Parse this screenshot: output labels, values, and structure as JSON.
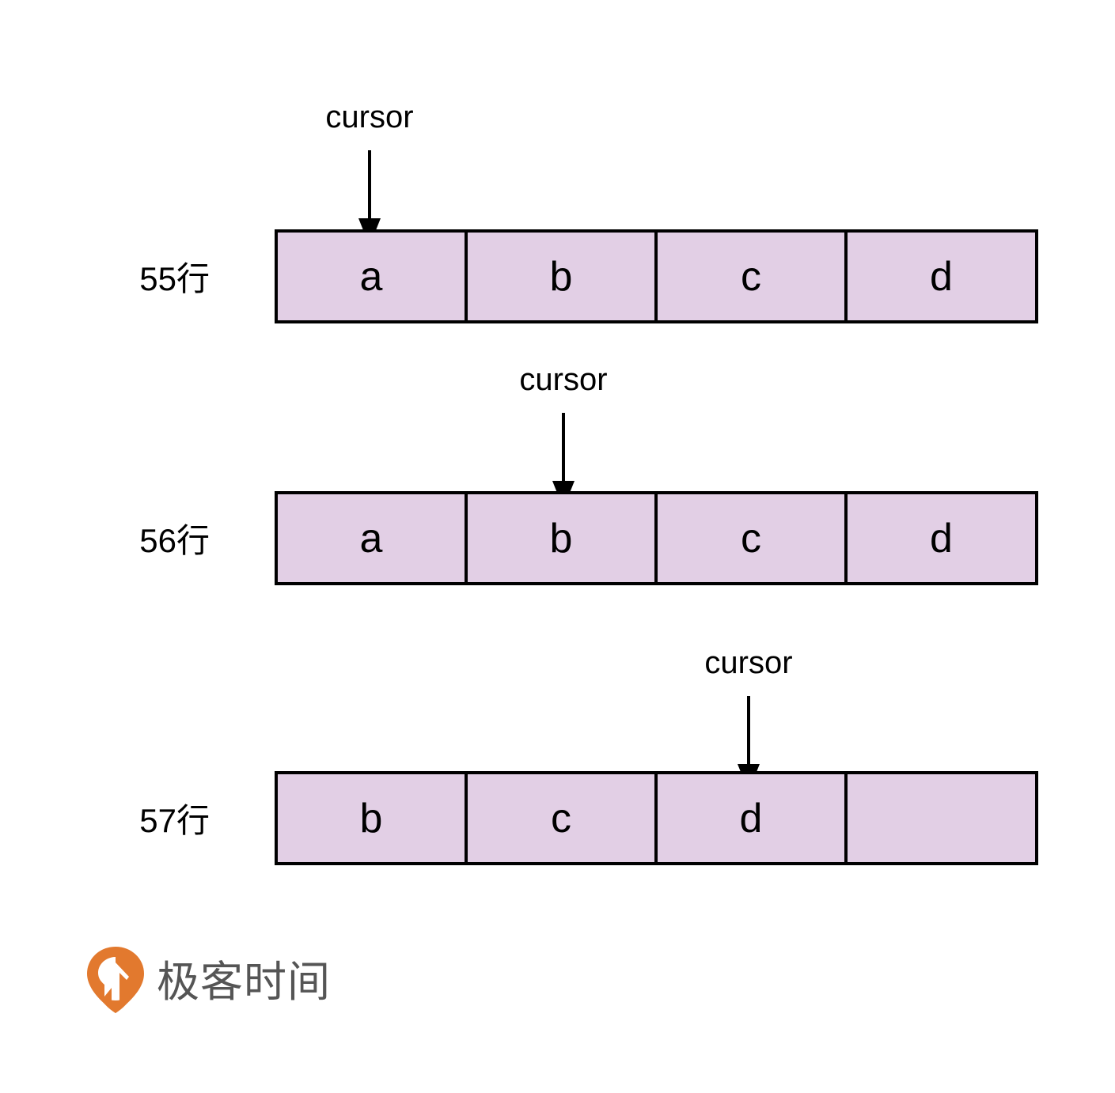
{
  "diagram": {
    "title_text": "",
    "colors": {
      "cell_fill": "#e2cfe5",
      "cell_border": "#000000",
      "text": "#000000",
      "logo_mark": "#e2792e",
      "logo_text": "#555555",
      "background": "#ffffff"
    },
    "cursor_label": "cursor",
    "rows": [
      {
        "label": "55行",
        "cells": [
          "a",
          "b",
          "c",
          "d"
        ],
        "cursor_cell_index": 0
      },
      {
        "label": "56行",
        "cells": [
          "a",
          "b",
          "c",
          "d"
        ],
        "cursor_cell_index": 1
      },
      {
        "label": "57行",
        "cells": [
          "b",
          "c",
          "d",
          ""
        ],
        "cursor_cell_index": 2
      }
    ]
  },
  "footer": {
    "logo_text": "极客时间",
    "logo_mark_icon": "geektime-pin-icon"
  }
}
